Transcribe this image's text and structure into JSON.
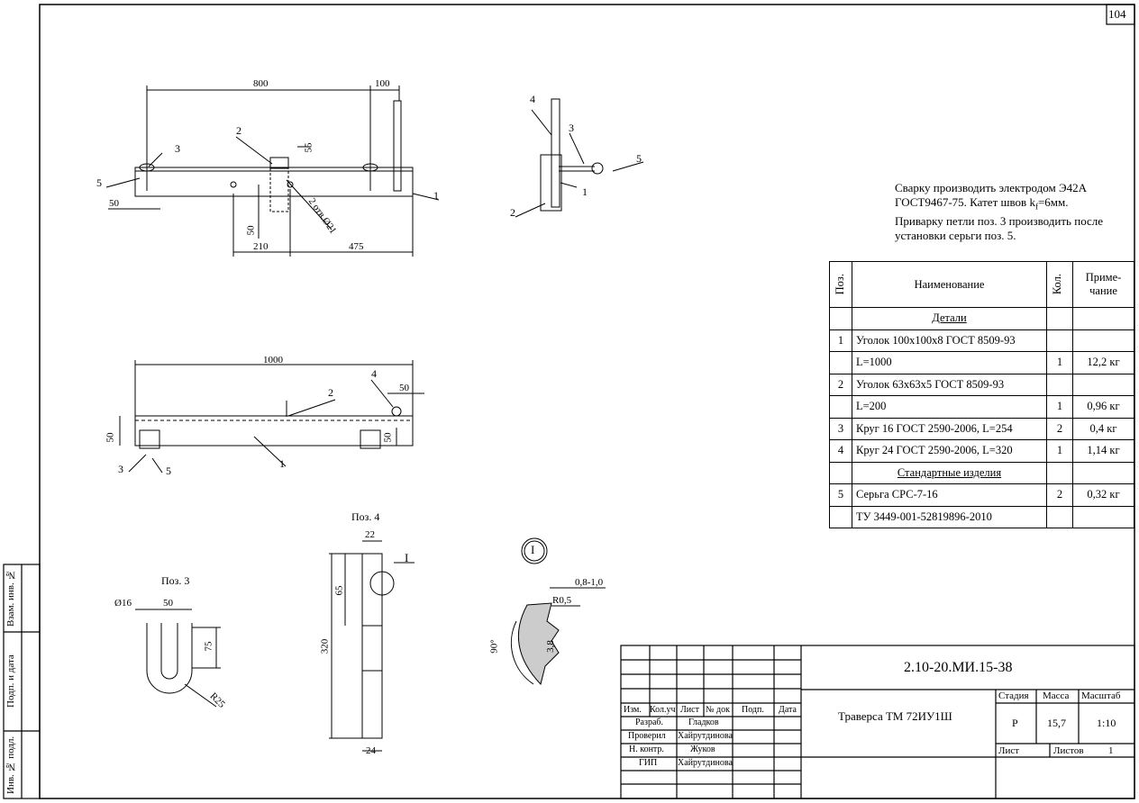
{
  "sheet_number": "104",
  "welding_note": {
    "lines": [
      "Сварку производить электродом Э42А",
      "ГОСТ9467-75. Катет швов k",
      "Приварку петли поз. 3 производить после",
      "установки серьги поз. 5."
    ],
    "kf_subscript": "f",
    "kf_value": "=6мм."
  },
  "spec_table": {
    "headers": {
      "pos": "Поз.",
      "name": "Наименование",
      "qty": "Кол.",
      "note_l1": "Приме-",
      "note_l2": "чание"
    },
    "section_details": "Детали",
    "section_standard": "Стандартные изделия",
    "rows": [
      {
        "pos": "1",
        "name": "Уголок 100х100х8 ГОСТ 8509-93",
        "qty": "",
        "note": ""
      },
      {
        "pos": "",
        "name": "L=1000",
        "qty": "1",
        "note": "12,2 кг"
      },
      {
        "pos": "2",
        "name": "Уголок 63х63х5 ГОСТ 8509-93",
        "qty": "",
        "note": ""
      },
      {
        "pos": "",
        "name": "L=200",
        "qty": "1",
        "note": "0,96 кг"
      },
      {
        "pos": "3",
        "name": "Круг 16 ГОСТ 2590-2006, L=254",
        "qty": "2",
        "note": "0,4 кг"
      },
      {
        "pos": "4",
        "name": "Круг 24 ГОСТ 2590-2006, L=320",
        "qty": "1",
        "note": "1,14 кг"
      }
    ],
    "standard_rows": [
      {
        "pos": "5",
        "name": "Серьга СРС-7-16",
        "qty": "2",
        "note": "0,32 кг"
      },
      {
        "pos": "",
        "name": "ТУ 3449-001-52819896-2010",
        "qty": "",
        "note": ""
      }
    ]
  },
  "title_block": {
    "code": "2.10-20.МИ.15-38",
    "title": "Траверса ТМ 72ИУ1Ш",
    "stage_label": "Стадия",
    "mass_label": "Масса",
    "scale_label": "Масштаб",
    "stage": "Р",
    "mass": "15,7",
    "scale": "1:10",
    "sheet_label": "Лист",
    "sheets_label": "Листов",
    "sheets": "1",
    "col_headers": [
      "Изм.",
      "Кол.уч",
      "Лист",
      "№ док",
      "Подп.",
      "Дата"
    ],
    "roles": [
      {
        "role": "Разраб.",
        "name": "Гладков"
      },
      {
        "role": "Проверил",
        "name": "Хайрутдинова"
      },
      {
        "role": "Н. контр.",
        "name": "Жуков"
      },
      {
        "role": "ГИП",
        "name": "Хайрутдинова"
      }
    ]
  },
  "side_stamp": [
    "Взам. инв. №",
    "Подп. и дата",
    "Инв. № подл."
  ],
  "views": {
    "top": {
      "dims": [
        "800",
        "100",
        "55",
        "50",
        "50",
        "210",
        "475"
      ],
      "hole_note": "2 отв.Ø21",
      "callouts": [
        "1",
        "2",
        "3",
        "5"
      ]
    },
    "side": {
      "callouts": [
        "1",
        "2",
        "3",
        "4",
        "5"
      ]
    },
    "front": {
      "dims": [
        "1000",
        "50",
        "50",
        "50"
      ],
      "callouts": [
        "1",
        "2",
        "3",
        "4",
        "5"
      ]
    },
    "pos3": {
      "title": "Поз. 3",
      "dims": [
        "Ø16",
        "50",
        "75",
        "R25"
      ]
    },
    "pos4": {
      "title": "Поз. 4",
      "dims": [
        "22",
        "65",
        "320",
        "24"
      ],
      "detail_mark": "I"
    },
    "detail_I": {
      "mark": "I",
      "dims": [
        "0,8-1,0",
        "R0,5",
        "3,8",
        "90°"
      ]
    }
  }
}
